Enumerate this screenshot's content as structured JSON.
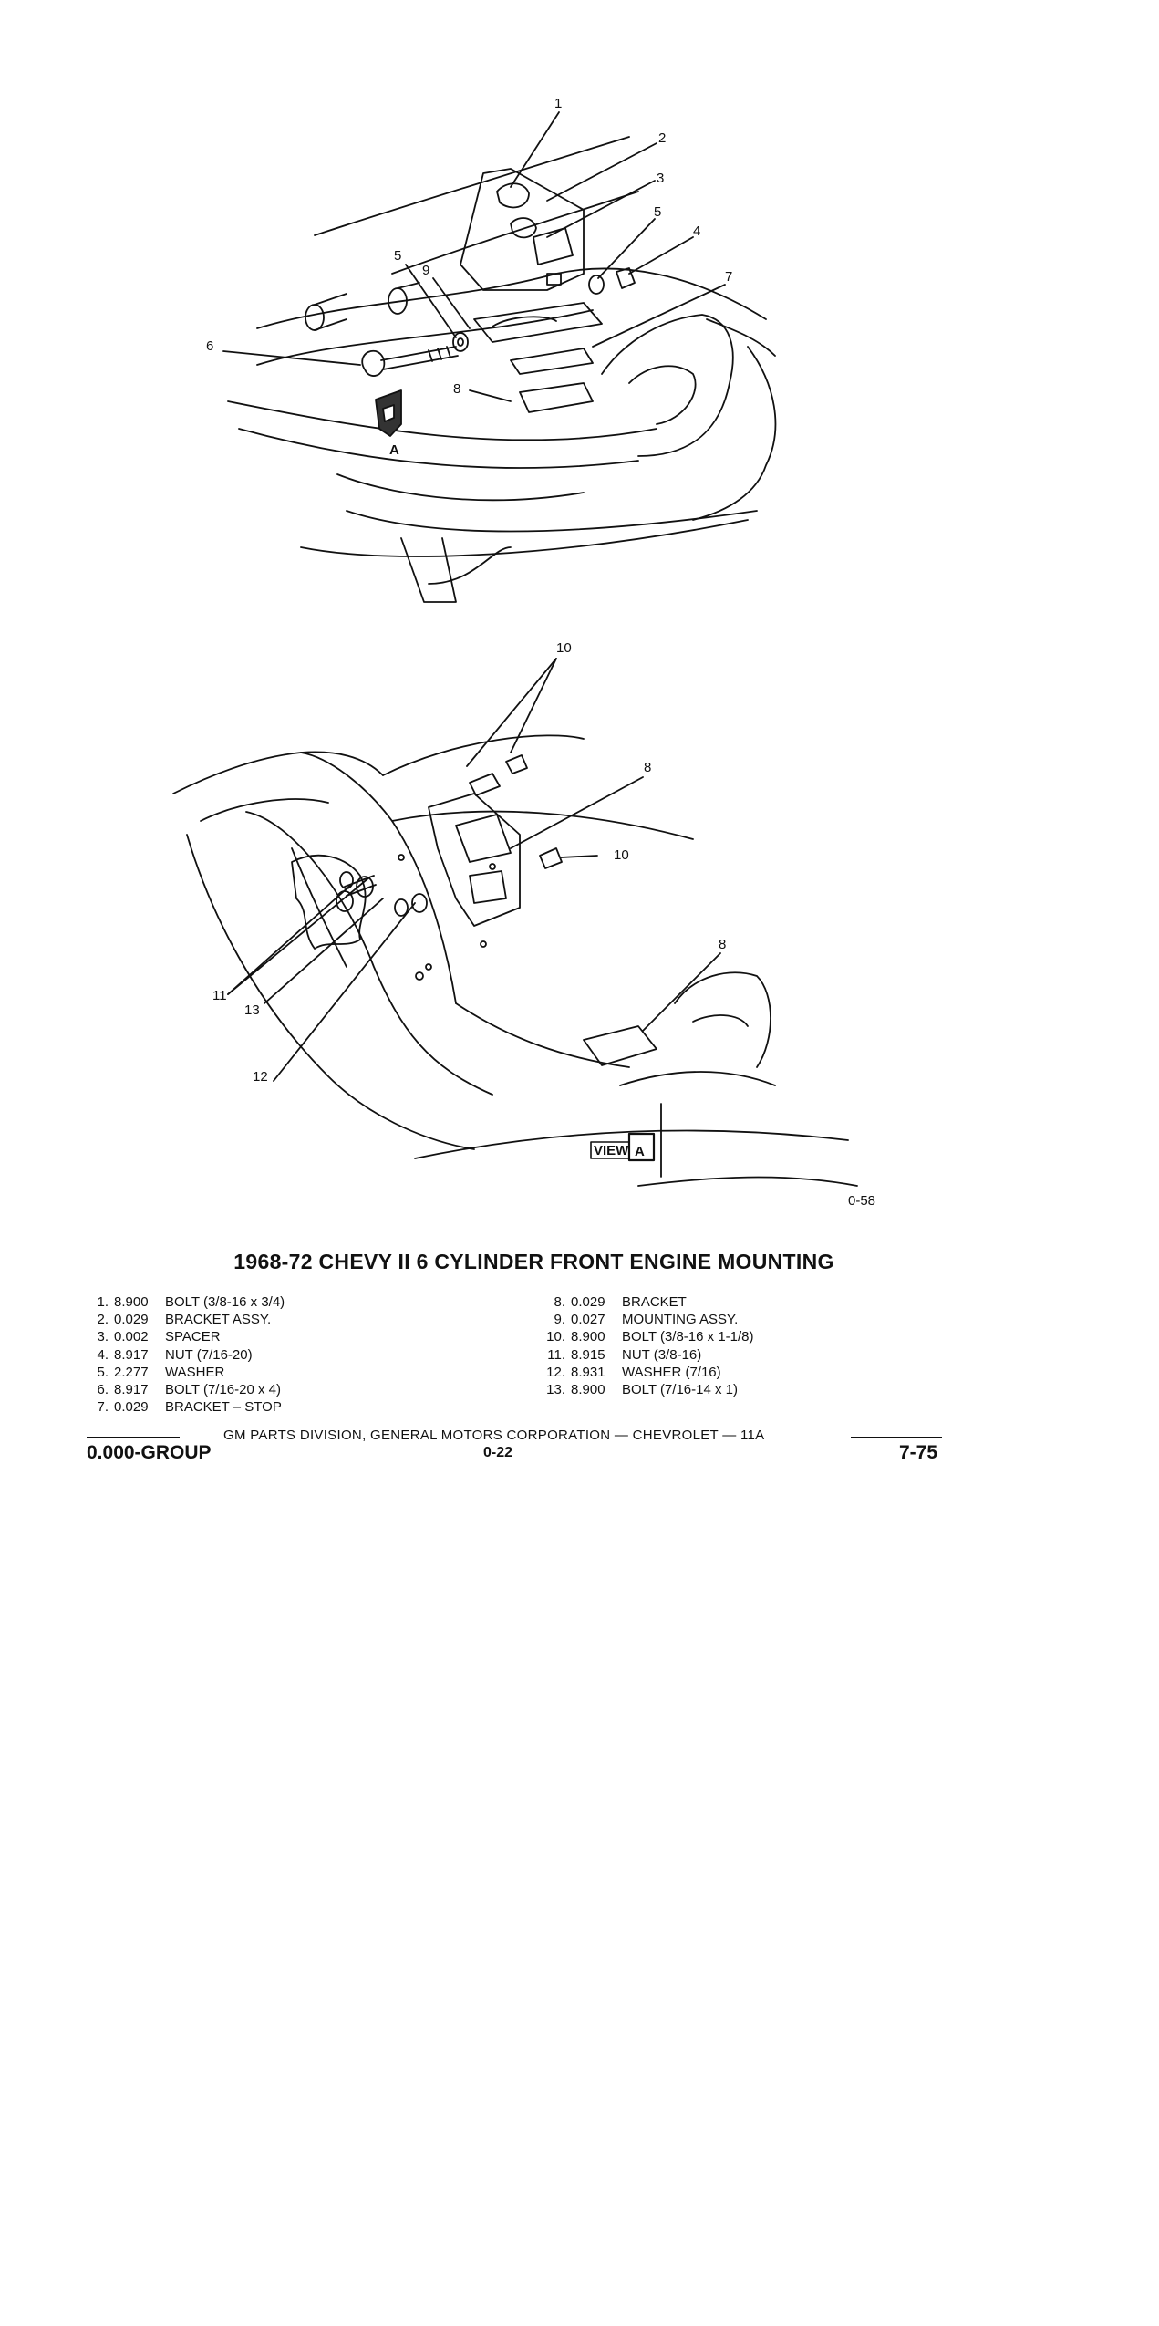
{
  "figure": {
    "callouts": {
      "c1": "1",
      "c2": "2",
      "c3": "3",
      "c5a": "5",
      "c4": "4",
      "c5b": "5",
      "c9": "9",
      "c7": "7",
      "c6": "6",
      "c8a": "8",
      "cA": "A",
      "c10a": "10",
      "c8b": "8",
      "c10b": "10",
      "c11": "11",
      "c13": "13",
      "c8c": "8",
      "c12": "12",
      "view_word": "VIEW",
      "view_letter": "A"
    },
    "code": "0-58"
  },
  "title": "1968-72 CHEVY II 6 CYLINDER FRONT ENGINE MOUNTING",
  "parts_left": [
    {
      "num": "1.",
      "group": "8.900",
      "desc": "BOLT (3/8-16 x 3/4)"
    },
    {
      "num": "2.",
      "group": "0.029",
      "desc": "BRACKET ASSY."
    },
    {
      "num": "3.",
      "group": "0.002",
      "desc": "SPACER"
    },
    {
      "num": "4.",
      "group": "8.917",
      "desc": "NUT (7/16-20)"
    },
    {
      "num": "5.",
      "group": "2.277",
      "desc": "WASHER"
    },
    {
      "num": "6.",
      "group": "8.917",
      "desc": "BOLT (7/16-20 x 4)"
    },
    {
      "num": "7.",
      "group": "0.029",
      "desc": "BRACKET – STOP"
    }
  ],
  "parts_right": [
    {
      "num": "8.",
      "group": "0.029",
      "desc": "BRACKET"
    },
    {
      "num": "9.",
      "group": "0.027",
      "desc": "MOUNTING ASSY."
    },
    {
      "num": "10.",
      "group": "8.900",
      "desc": "BOLT (3/8-16 x 1-1/8)"
    },
    {
      "num": "11.",
      "group": "8.915",
      "desc": "NUT (3/8-16)"
    },
    {
      "num": "12.",
      "group": "8.931",
      "desc": "WASHER (7/16)"
    },
    {
      "num": "13.",
      "group": "8.900",
      "desc": "BOLT (7/16-14 x 1)"
    }
  ],
  "footer": {
    "division": "GM PARTS DIVISION, GENERAL MOTORS CORPORATION — CHEVROLET — 11A",
    "group": "0.000-GROUP",
    "page": "0-22",
    "date": "7-75"
  },
  "colors": {
    "ink": "#111111",
    "paper": "#ffffff"
  }
}
